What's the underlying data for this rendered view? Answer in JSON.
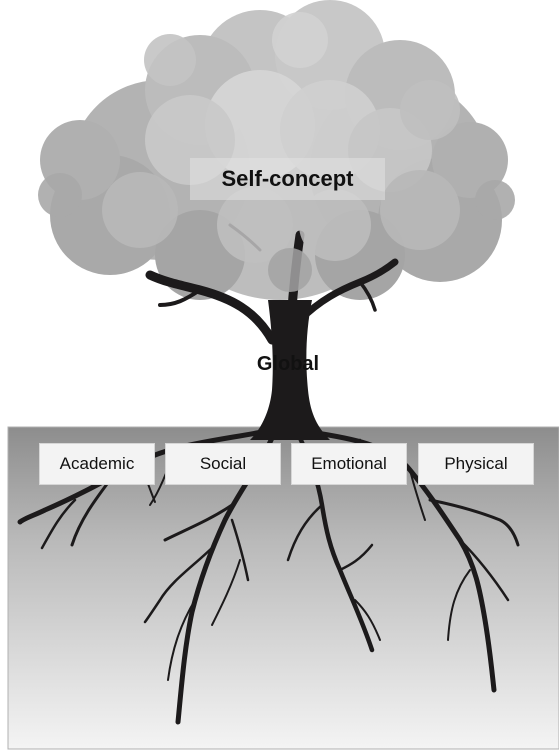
{
  "diagram": {
    "title": "Self-concept",
    "center_label": "Global",
    "roots": [
      {
        "key": "academic",
        "label": "Academic"
      },
      {
        "key": "social",
        "label": "Social"
      },
      {
        "key": "emotional",
        "label": "Emotional"
      },
      {
        "key": "physical",
        "label": "Physical"
      }
    ]
  },
  "colors": {
    "trunk": "#1c1a1b",
    "foliage_light": "#d3d3d3",
    "foliage_mid": "#aeaeae",
    "foliage_dark": "#8e8e8e",
    "ground_top": "#8d8d8d",
    "ground_bottom": "#f2f2f2"
  }
}
